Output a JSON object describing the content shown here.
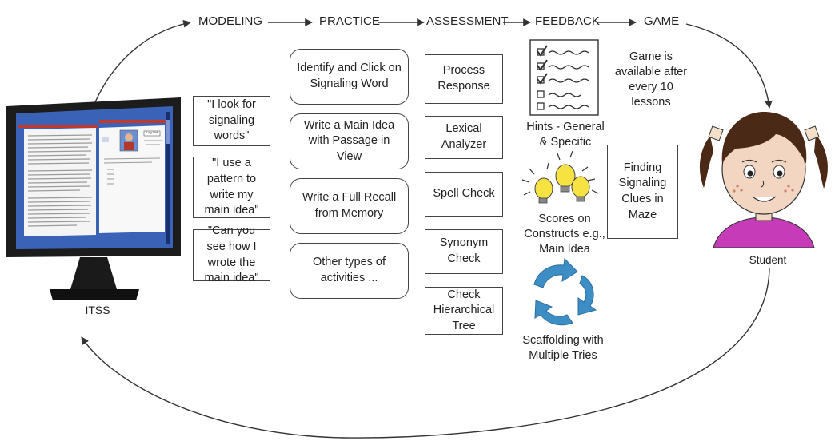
{
  "stages": {
    "modeling": "MODELING",
    "practice": "PRACTICE",
    "assessment": "ASSESSMENT",
    "feedback": "FEEDBACK",
    "game": "GAME"
  },
  "modeling_quotes": [
    "\"I look for signaling words\"",
    "\"I use a pattern to write my main idea\"",
    "\"Can you see how I wrote the main idea\""
  ],
  "practice_items": [
    "Identify and Click on Signaling Word",
    "Write a Main Idea with Passage in View",
    "Write a Full Recall from Memory",
    "Other types of activities ..."
  ],
  "assessment_items": [
    "Process Response",
    "Lexical Analyzer",
    "Spell Check",
    "Synonym Check",
    "Check Hierarchical Tree"
  ],
  "feedback": {
    "hints": "Hints - General & Specific",
    "scores": "Scores on Constructs e.g., Main Idea",
    "scaffolding": "Scaffolding with Multiple Tries"
  },
  "game": {
    "availability": "Game is available after every 10 lessons",
    "maze": "Finding Signaling Clues in Maze"
  },
  "labels": {
    "itss": "ITSS",
    "student": "Student"
  },
  "screen": {
    "button": "Log Out"
  },
  "colors": {
    "monitor_frame": "#1c1c1c",
    "screen_blue": "#3a63b8",
    "screen_red": "#c0392b",
    "bulb_yellow": "#f6e342",
    "cycle_blue": "#3e8ec6",
    "hair": "#4a2a16",
    "shirt": "#c63bb8"
  }
}
